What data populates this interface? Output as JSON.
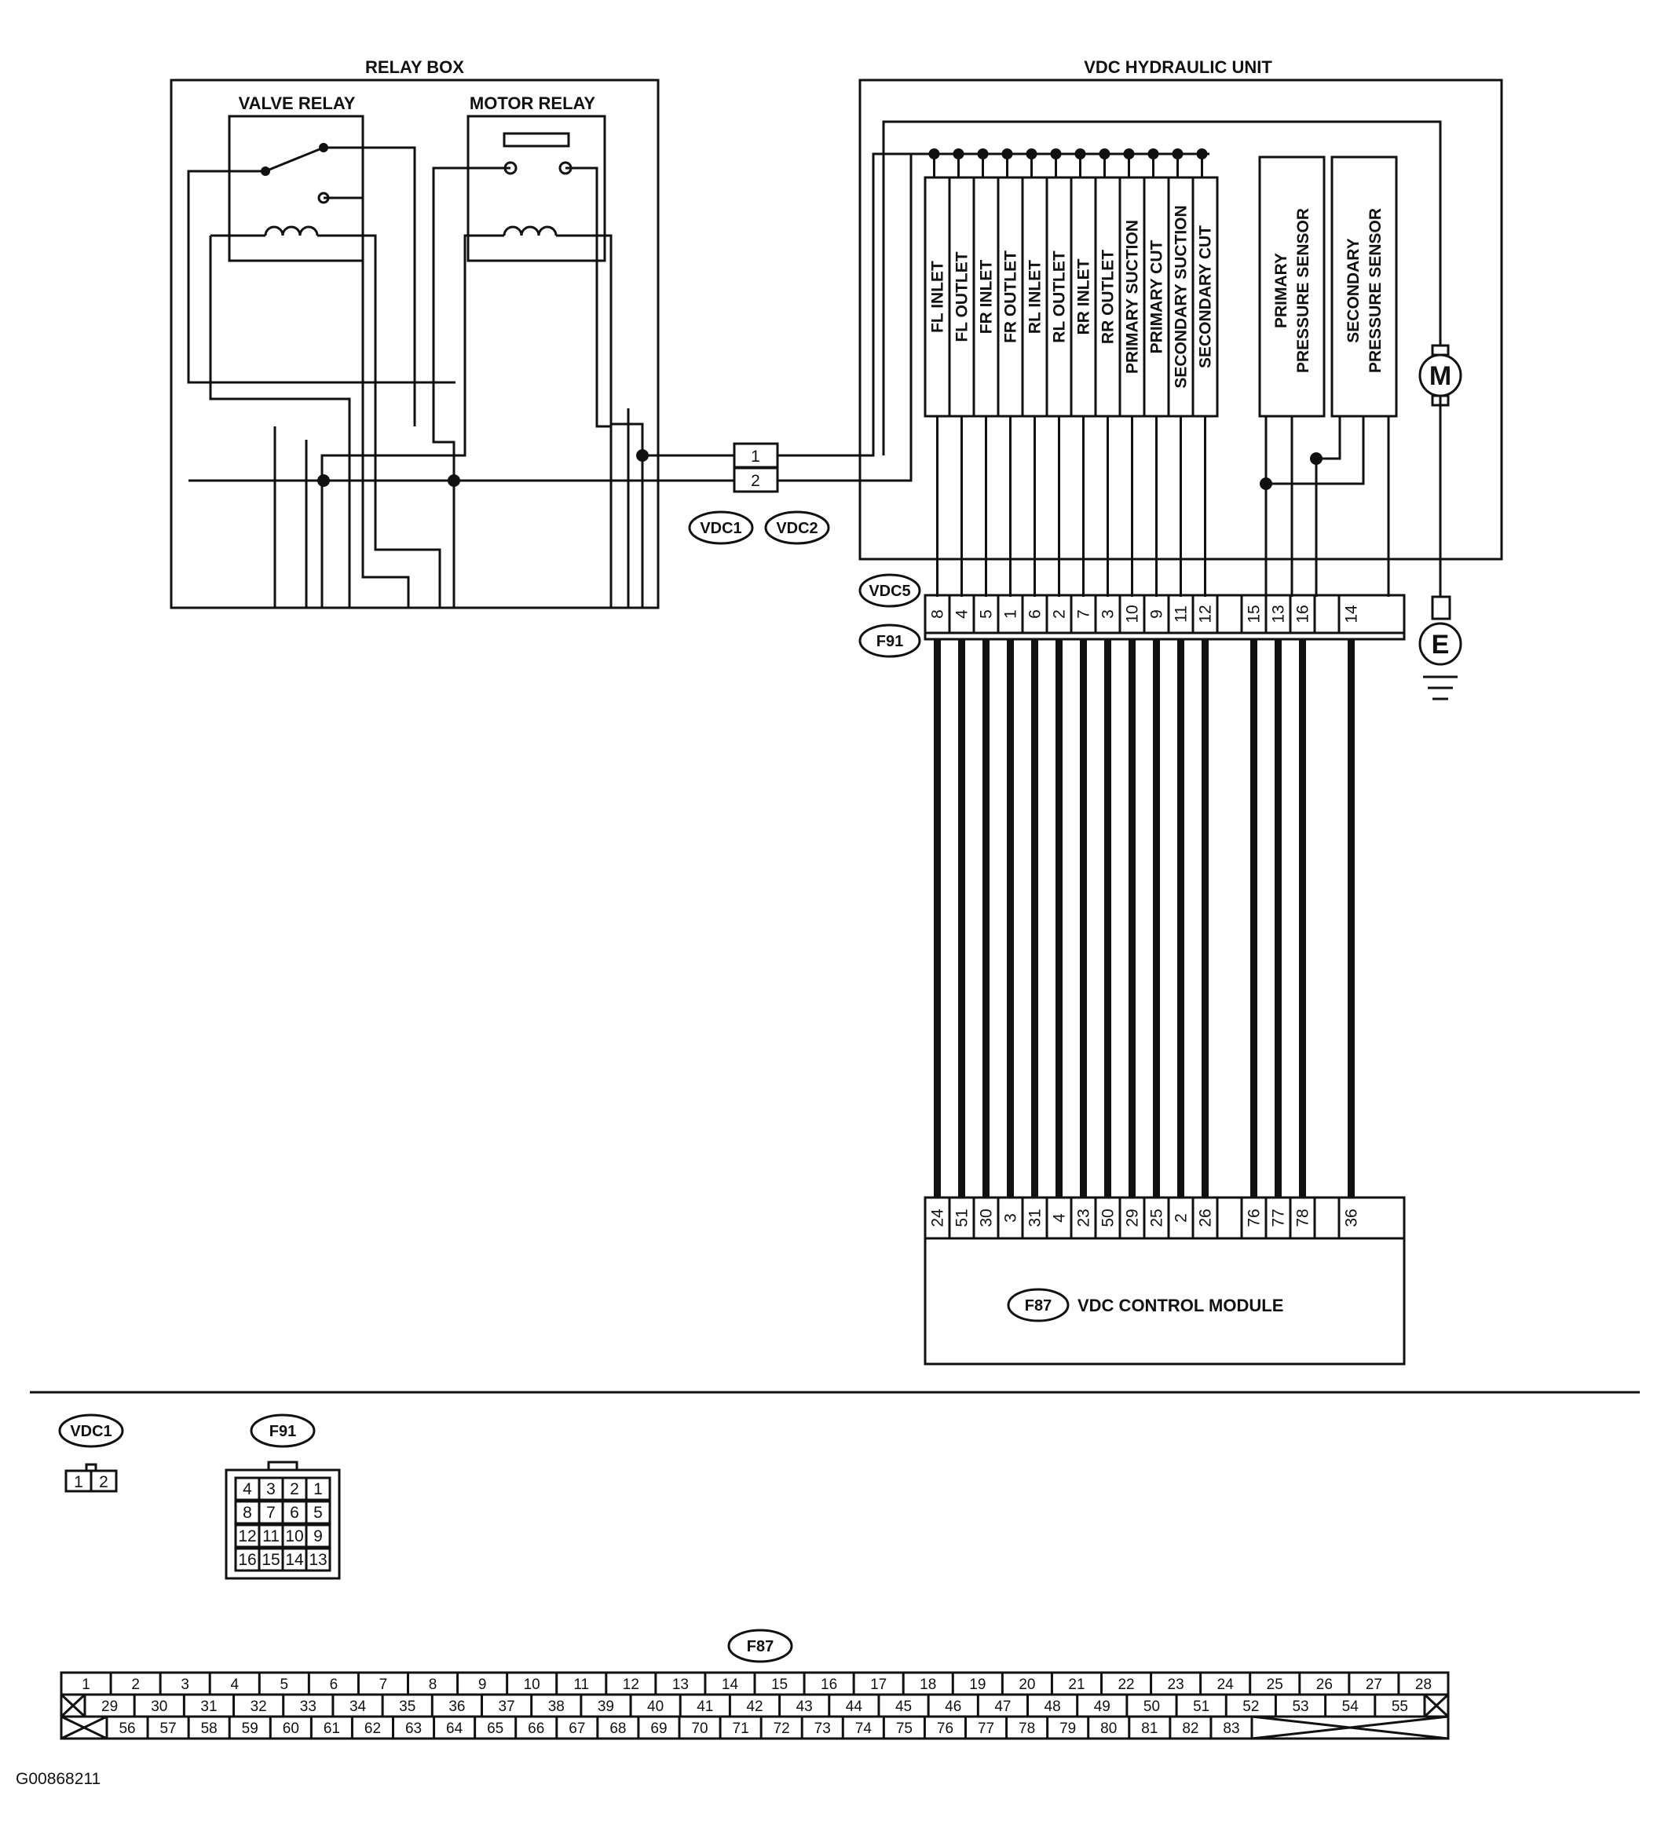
{
  "relay_box": {
    "title": "RELAY BOX",
    "valve_relay": "VALVE RELAY",
    "motor_relay": "MOTOR RELAY"
  },
  "hydraulic_unit": {
    "title": "VDC HYDRAULIC UNIT",
    "solenoids": [
      "FL INLET",
      "FL OUTLET",
      "FR INLET",
      "FR OUTLET",
      "RL INLET",
      "RL OUTLET",
      "RR INLET",
      "RR OUTLET",
      "PRIMARY SUCTION",
      "PRIMARY CUT",
      "SECONDARY SUCTION",
      "SECONDARY CUT"
    ],
    "primary_sensor": [
      "PRIMARY",
      "PRESSURE SENSOR"
    ],
    "secondary_sensor": [
      "SECONDARY",
      "PRESSURE SENSOR"
    ],
    "motor": "M",
    "ground": "E"
  },
  "inline_connector": {
    "pins": [
      "1",
      "2"
    ],
    "labels": [
      "VDC1",
      "VDC2"
    ]
  },
  "vdc5_connector": {
    "labels": [
      "VDC5",
      "F91"
    ],
    "pins": [
      "8",
      "4",
      "5",
      "1",
      "6",
      "2",
      "7",
      "3",
      "10",
      "9",
      "11",
      "12",
      "",
      "15",
      "13",
      "16",
      "",
      "14"
    ]
  },
  "control_module": {
    "label": "F87",
    "name": "VDC CONTROL MODULE",
    "pins": [
      "24",
      "51",
      "30",
      "3",
      "31",
      "4",
      "23",
      "50",
      "29",
      "25",
      "2",
      "26",
      "",
      "76",
      "77",
      "78",
      "",
      "36"
    ]
  },
  "connector_views": {
    "vdc1": {
      "label": "VDC1",
      "pins": [
        "1",
        "2"
      ]
    },
    "f91": {
      "label": "F91",
      "rows": [
        [
          "4",
          "3",
          "2",
          "1"
        ],
        [
          "8",
          "7",
          "6",
          "5"
        ],
        [
          "12",
          "11",
          "10",
          "9"
        ],
        [
          "16",
          "15",
          "14",
          "13"
        ]
      ]
    },
    "f87": {
      "label": "F87",
      "row1": [
        "1",
        "2",
        "3",
        "4",
        "5",
        "6",
        "7",
        "8",
        "9",
        "10",
        "11",
        "12",
        "13",
        "14",
        "15",
        "16",
        "17",
        "18",
        "19",
        "20",
        "21",
        "22",
        "23",
        "24",
        "25",
        "26",
        "27",
        "28"
      ],
      "row2": [
        "29",
        "30",
        "31",
        "32",
        "33",
        "34",
        "35",
        "36",
        "37",
        "38",
        "39",
        "40",
        "41",
        "42",
        "43",
        "44",
        "45",
        "46",
        "47",
        "48",
        "49",
        "50",
        "51",
        "52",
        "53",
        "54",
        "55"
      ],
      "row3": [
        "56",
        "57",
        "58",
        "59",
        "60",
        "61",
        "62",
        "63",
        "64",
        "65",
        "66",
        "67",
        "68",
        "69",
        "70",
        "71",
        "72",
        "73",
        "74",
        "75",
        "76",
        "77",
        "78",
        "79",
        "80",
        "81",
        "82",
        "83"
      ]
    }
  },
  "figure_id": "G00868211"
}
